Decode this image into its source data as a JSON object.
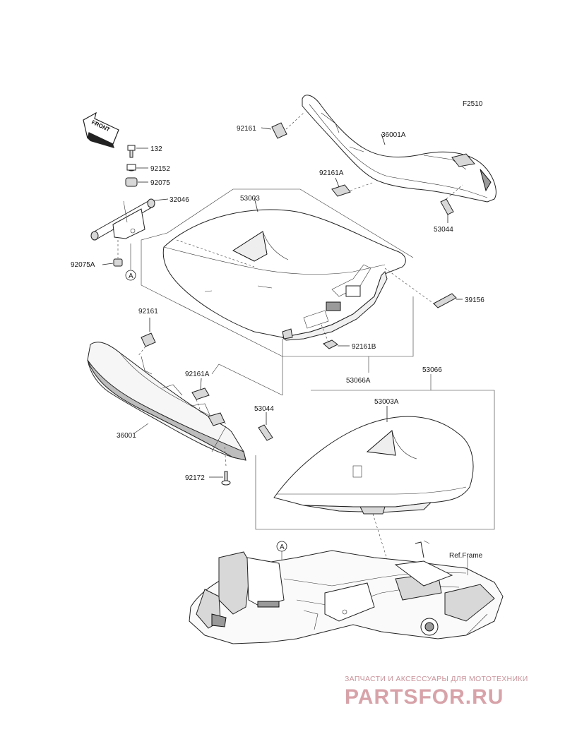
{
  "figure_code": "F2510",
  "front_arrow_text": "FRONT",
  "reference_marker": "A",
  "parts": {
    "p_132": "132",
    "p_92152": "92152",
    "p_92075": "92075",
    "p_32046": "32046",
    "p_92075A": "92075A",
    "p_53003": "53003",
    "p_92161_top": "92161",
    "p_36001A": "36001A",
    "p_92161A_top": "92161A",
    "p_53044_top": "53044",
    "p_39156": "39156",
    "p_92161B": "92161B",
    "p_53066A": "53066A",
    "p_92161_left": "92161",
    "p_92161A_left": "92161A",
    "p_36001": "36001",
    "p_53044_left": "53044",
    "p_92172": "92172",
    "p_53066": "53066",
    "p_53003A": "53003A",
    "p_ref_frame": "Ref.Frame"
  },
  "watermark": {
    "tagline": "ЗАПЧАСТИ И АКСЕССУАРЫ ДЛЯ МОТОТЕХНИКИ",
    "brand": "PARTSFOR.RU"
  }
}
